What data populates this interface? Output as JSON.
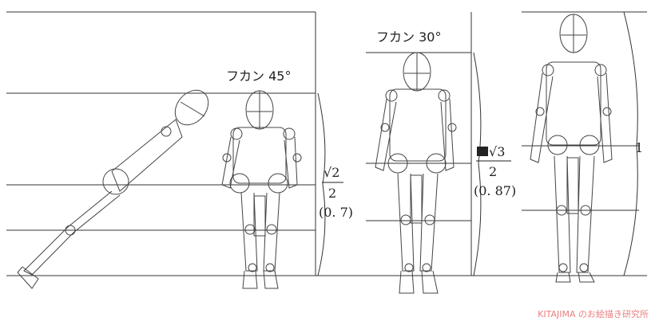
{
  "labels": {
    "angle45": "フカン 45°",
    "angle30": "フカン 30°",
    "ratio45_num": "√2",
    "ratio45_den": "2",
    "ratio45_val": "(0. 7)",
    "ratio30_num": "√3",
    "ratio30_den": "2",
    "ratio30_val": "(0. 87)",
    "full": "1",
    "watermark": "KITAJIMA のお絵描き研究所"
  },
  "colors": {
    "line": "#333333",
    "figure": "#444444",
    "watermark": "#e88080"
  }
}
